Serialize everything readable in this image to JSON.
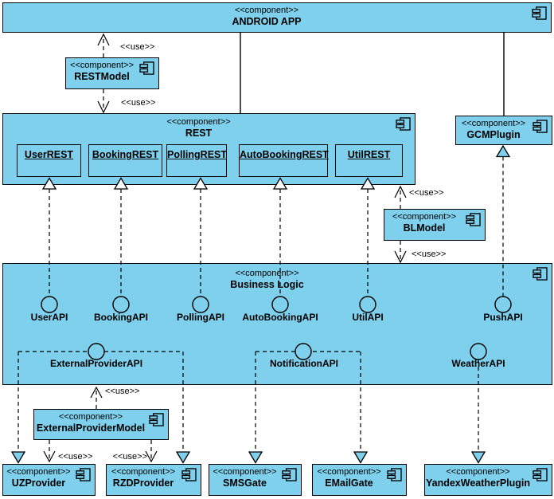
{
  "labels": {
    "component": "<<component>>",
    "use": "<<use>>"
  },
  "colors": {
    "component_fill": "#7ED0ED",
    "line": "#000000",
    "realization_fill": "#FFFFFF",
    "background": "#FFFFFF"
  },
  "components": {
    "android_app": {
      "name": "ANDROID APP"
    },
    "rest_model": {
      "name": "RESTModel"
    },
    "rest": {
      "name": "REST",
      "children": [
        {
          "name": "UserREST"
        },
        {
          "name": "BookingREST"
        },
        {
          "name": "PollingREST"
        },
        {
          "name": "AutoBookingREST"
        },
        {
          "name": "UtilREST"
        }
      ]
    },
    "gcm_plugin": {
      "name": "GCMPlugin"
    },
    "bl_model": {
      "name": "BLModel"
    },
    "business_logic": {
      "name": "Business Logic",
      "interfaces": [
        {
          "name": "UserAPI"
        },
        {
          "name": "BookingAPI"
        },
        {
          "name": "PollingAPI"
        },
        {
          "name": "AutoBookingAPI"
        },
        {
          "name": "UtilAPI"
        },
        {
          "name": "PushAPI"
        },
        {
          "name": "ExternalProviderAPI"
        },
        {
          "name": "NotificationAPI"
        },
        {
          "name": "WeatherAPI"
        }
      ]
    },
    "external_provider_model": {
      "name": "ExternalProviderModel"
    },
    "uz_provider": {
      "name": "UZProvider"
    },
    "rzd_provider": {
      "name": "RZDProvider"
    },
    "sms_gate": {
      "name": "SMSGate"
    },
    "email_gate": {
      "name": "EMailGate"
    },
    "yandex_weather_plugin": {
      "name": "YandexWeatherPlugin"
    }
  }
}
